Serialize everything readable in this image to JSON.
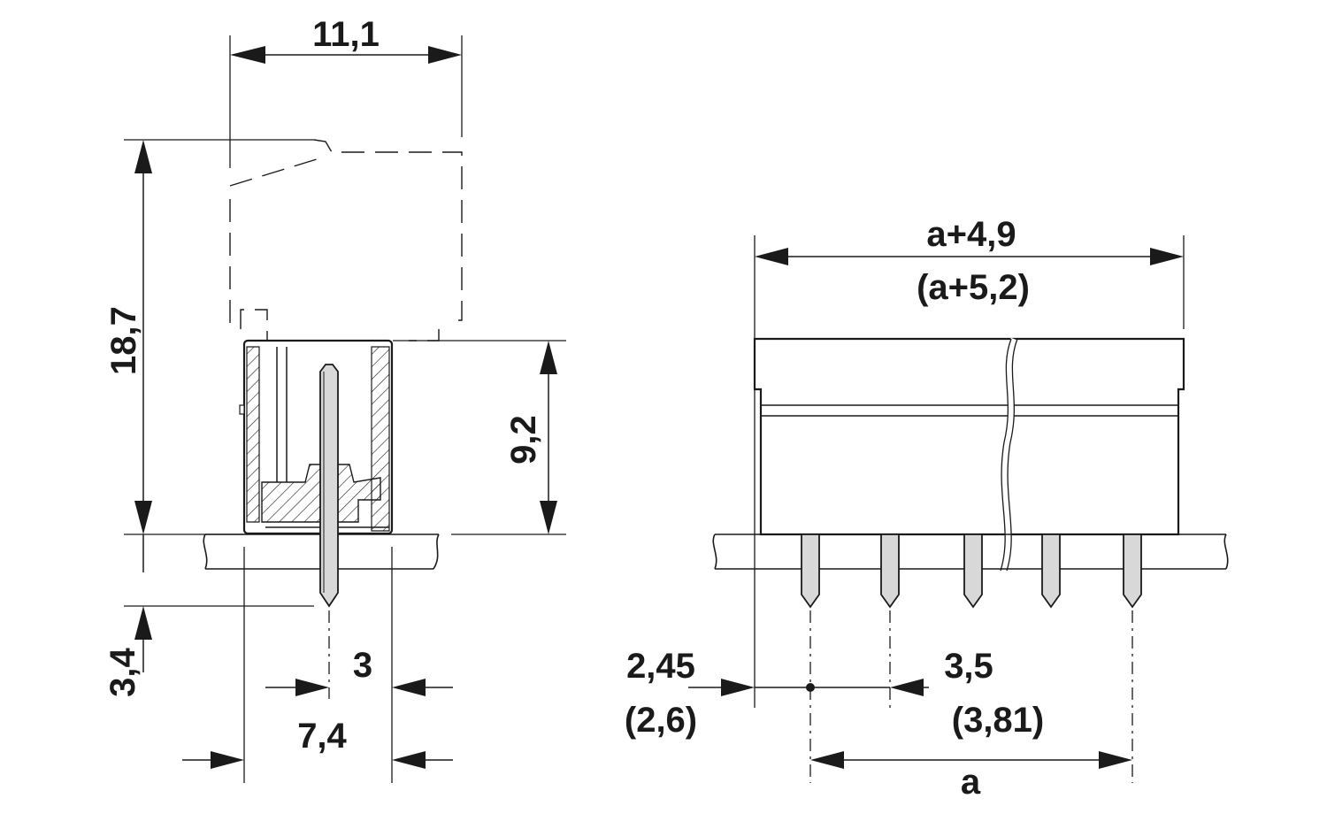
{
  "side_view": {
    "overall_width": "11,1",
    "overall_height": "18,7",
    "housing_height": "9,2",
    "pin_length": "3,4",
    "pin_offset": "3",
    "footprint_width": "7,4"
  },
  "front_view": {
    "overall_length": "a+4,9",
    "overall_length_alt": "(a+5,2)",
    "edge_offset": "2,45",
    "edge_offset_alt": "(2,6)",
    "pitch": "3,5",
    "pitch_alt": "(3,81)",
    "span": "a"
  }
}
